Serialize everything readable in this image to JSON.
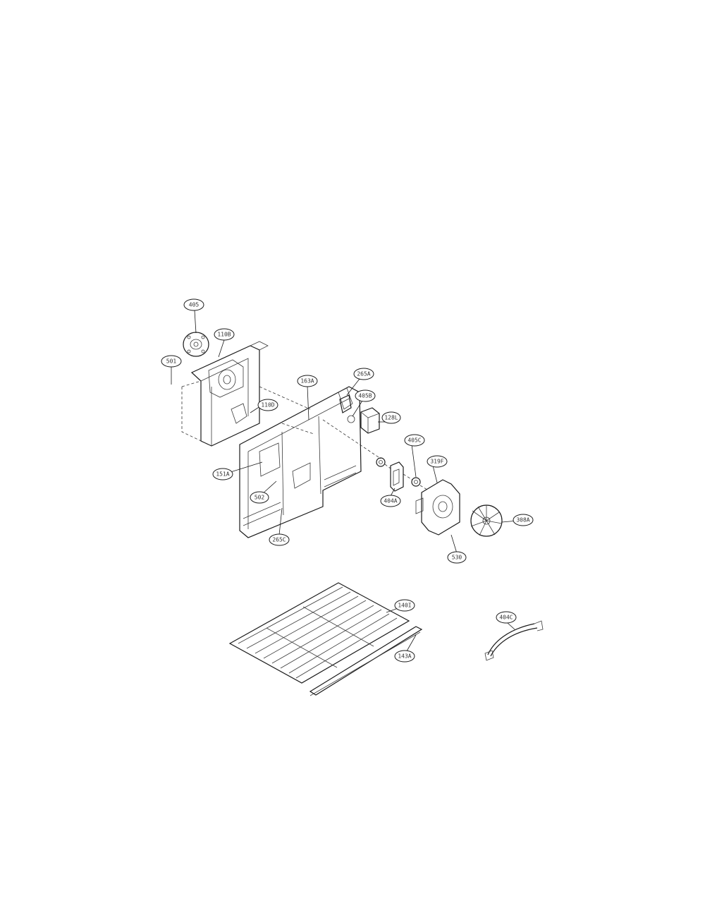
{
  "callouts": [
    {
      "id": "c1",
      "text": "405"
    },
    {
      "id": "c2",
      "text": "501"
    },
    {
      "id": "c3",
      "text": "110B"
    },
    {
      "id": "c4",
      "text": "110D"
    },
    {
      "id": "c5",
      "text": "163A"
    },
    {
      "id": "c6",
      "text": "265A"
    },
    {
      "id": "c7",
      "text": "405B"
    },
    {
      "id": "c8",
      "text": "128L"
    },
    {
      "id": "c9",
      "text": "405C"
    },
    {
      "id": "c10",
      "text": "319F"
    },
    {
      "id": "c11",
      "text": "404A"
    },
    {
      "id": "c12",
      "text": "151A"
    },
    {
      "id": "c13",
      "text": "502"
    },
    {
      "id": "c14",
      "text": "265C"
    },
    {
      "id": "c15",
      "text": "308A"
    },
    {
      "id": "c16",
      "text": "530"
    },
    {
      "id": "c17",
      "text": "140I"
    },
    {
      "id": "c18",
      "text": "404C"
    },
    {
      "id": "c19",
      "text": "143A"
    }
  ]
}
